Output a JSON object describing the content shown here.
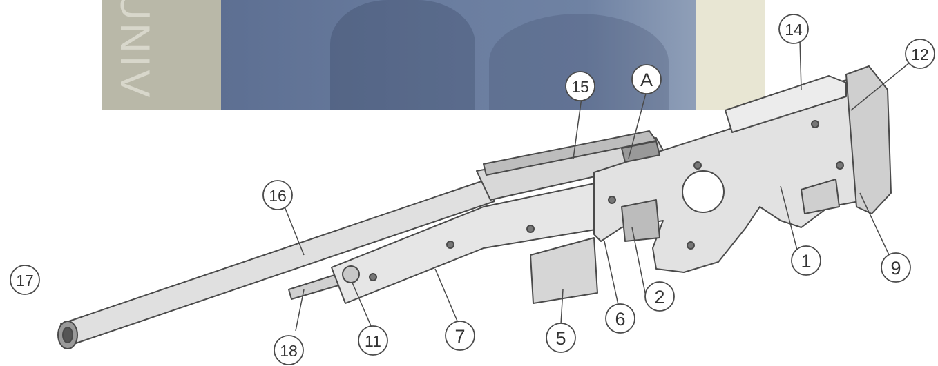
{
  "photo": {
    "text": "UNIV"
  },
  "labels": [
    {
      "id": "1",
      "text": "1"
    },
    {
      "id": "2",
      "text": "2"
    },
    {
      "id": "5",
      "text": "5"
    },
    {
      "id": "6",
      "text": "6"
    },
    {
      "id": "7",
      "text": "7"
    },
    {
      "id": "9",
      "text": "9"
    },
    {
      "id": "11",
      "text": "11"
    },
    {
      "id": "12",
      "text": "12"
    },
    {
      "id": "14",
      "text": "14"
    },
    {
      "id": "15",
      "text": "15"
    },
    {
      "id": "16",
      "text": "16"
    },
    {
      "id": "17",
      "text": "17"
    },
    {
      "id": "18",
      "text": "18"
    },
    {
      "id": "A",
      "text": "A"
    }
  ],
  "colors": {
    "outline": "#4a4a4a",
    "body": "#e4e4e4",
    "shadow": "#bdbdbd",
    "dark": "#8a8a8a"
  }
}
